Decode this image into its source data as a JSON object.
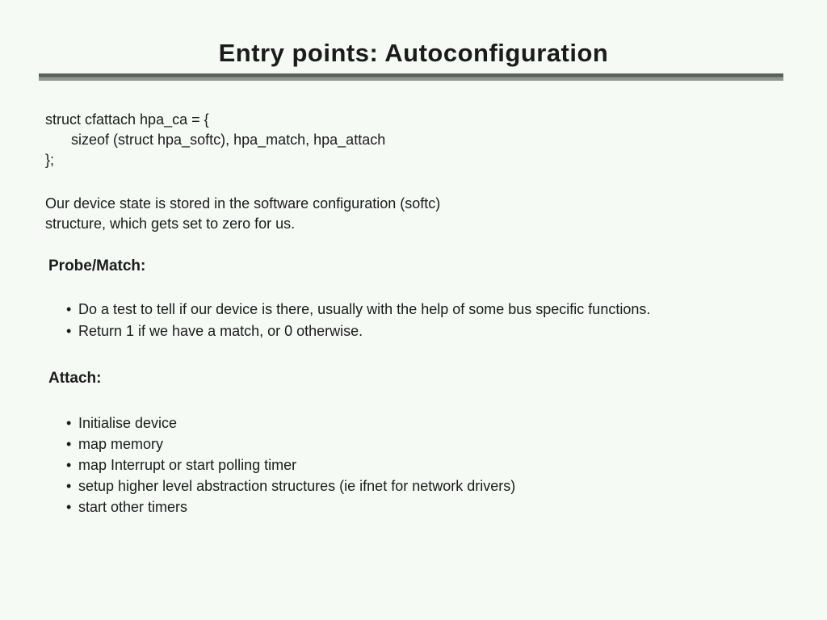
{
  "colors": {
    "background": "#f5faf5",
    "text": "#1b1b1b",
    "rule_top": "#59605b",
    "rule_bottom": "#8f958f"
  },
  "slide": {
    "title": "Entry points: Autoconfiguration",
    "code": {
      "lines": [
        "struct cfattach hpa_ca = {",
        "sizeof (struct hpa_softc), hpa_match, hpa_attach",
        "};"
      ]
    },
    "paragraph": {
      "lines": [
        "Our device state is stored in the software configuration (softc)",
        "structure, which gets set to zero for us."
      ]
    },
    "sections": [
      {
        "heading": "Probe/Match:",
        "bullets": [
          "Do a test to tell if our device is there, usually with the help of some bus specific functions.",
          "Return 1 if we have a match, or 0 otherwise."
        ]
      },
      {
        "heading": "Attach:",
        "bullets": [
          "Initialise device",
          "map memory",
          "map Interrupt or start polling timer",
          "setup higher level abstraction structures (ie ifnet for network drivers)",
          "start other timers"
        ]
      }
    ]
  }
}
